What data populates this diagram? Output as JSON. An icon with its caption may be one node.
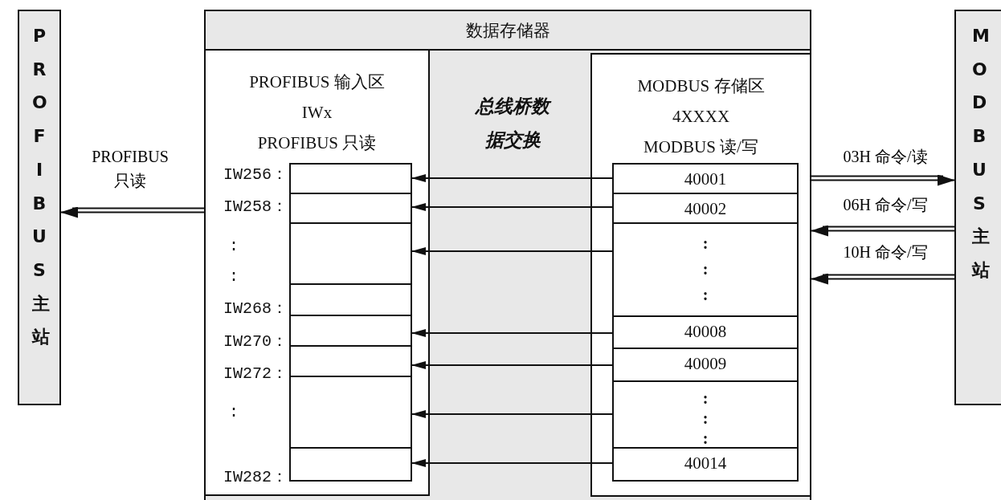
{
  "diagram": {
    "nodes": [
      {
        "text": [
          "PROFIBUS主站"
        ]
      },
      {
        "text": [
          "MODBUS主站"
        ]
      },
      {
        "text": [
          "数据存储器"
        ]
      },
      {
        "text": [
          "PROFIBUS 输入区",
          "IWx",
          "PROFIBUS 只读"
        ],
        "in": 2
      },
      {
        "text": [
          "MODBUS 存储区",
          "4XXXX",
          "MODBUS 读/写"
        ],
        "in": 2
      },
      {
        "text": [],
        "shape": "box",
        "in": 3
      },
      {
        "text": [],
        "shape": "box",
        "in": 3
      },
      {
        "text": [],
        "shape": "box",
        "in": 3
      },
      {
        "text": [],
        "shape": "box",
        "in": 3
      },
      {
        "text": [],
        "shape": "box",
        "in": 3
      },
      {
        "text": [],
        "shape": "box",
        "in": 3
      },
      {
        "text": [],
        "shape": "box",
        "in": 3
      },
      {
        "text": [],
        "shape": "box",
        "in": 3
      },
      {
        "text": [
          "40001"
        ],
        "in": 4
      },
      {
        "text": [
          "40002"
        ],
        "in": 4
      },
      {
        "text": [
          ":",
          ":",
          ":"
        ],
        "in": 4
      },
      {
        "text": [
          "40008"
        ],
        "in": 4
      },
      {
        "text": [
          "40009"
        ],
        "in": 4
      },
      {
        "text": [
          ":",
          ":",
          ":"
        ],
        "in": 4
      },
      {
        "text": [
          "40014"
        ],
        "in": 4
      }
    ],
    "edges": [
      {
        "from": 3,
        "to": 0,
        "arrow": "to",
        "label": "PROFIBUS 只读"
      },
      {
        "from": 4,
        "to": 1,
        "arrow": "to",
        "label": "03H 命令/读"
      },
      {
        "from": 1,
        "to": 4,
        "arrow": "to",
        "label": "06H 命令/写"
      },
      {
        "from": 1,
        "to": 4,
        "arrow": "to",
        "label": "10H 命令/写"
      },
      {
        "from": 13,
        "to": 5,
        "arrow": "to"
      },
      {
        "from": 14,
        "to": 6,
        "arrow": "to"
      },
      {
        "from": 15,
        "to": 7,
        "arrow": "to"
      },
      {
        "from": 16,
        "to": 9,
        "arrow": "to"
      },
      {
        "from": 17,
        "to": 10,
        "arrow": "to"
      },
      {
        "from": 18,
        "to": 11,
        "arrow": "to"
      },
      {
        "from": 19,
        "to": 12,
        "arrow": "to"
      }
    ],
    "labels": [
      "总线桥数据交换",
      "IW256：",
      "IW258：",
      ":",
      ":",
      "IW268：",
      "IW270：",
      "IW272：",
      ":",
      "IW282："
    ]
  }
}
